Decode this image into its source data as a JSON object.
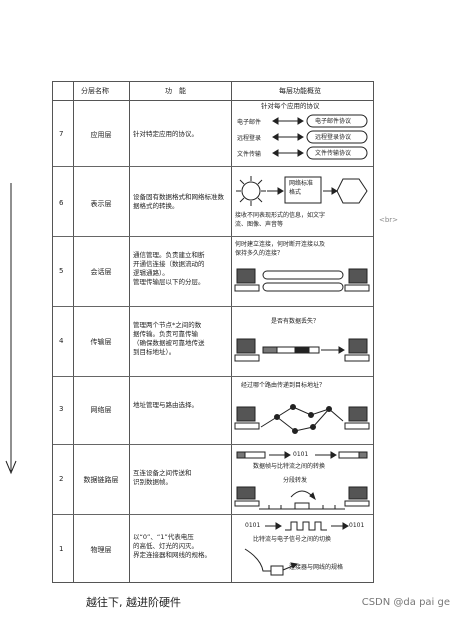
{
  "header": {
    "col_name": "分层名称",
    "col_func": "功　能",
    "col_overview": "每层功能概览"
  },
  "layers": [
    {
      "num": "7",
      "name": "应用层",
      "func": "针对特定应用的协议。",
      "overview": {
        "top": "针对每个应用的协议",
        "pairs": [
          [
            "电子邮件",
            "电子邮件协议"
          ],
          [
            "远程登录",
            "远程登录协议"
          ],
          [
            "文件传输",
            "文件传输协议"
          ]
        ]
      }
    },
    {
      "num": "6",
      "name": "表示层",
      "func": "设备固有数据格式和网络标准数据格式的转换。",
      "overview": {
        "box": "网络标准\n格式",
        "bottom": "接收不同表现形式的信息，如文字\n流、图像、声音等"
      }
    },
    {
      "num": "5",
      "name": "会话层",
      "func": "通信管理。负责建立和断\n开通信连接（数据流动的\n逻辑通路）。\n管理传输层以下的分层。",
      "overview": {
        "top": "何时建立连接，何时断开连接以及\n保持多久的连接？"
      }
    },
    {
      "num": "4",
      "name": "传输层",
      "func": "管理两个节点*之间的数\n据传输。负责可靠传输\n（确保数据被可靠地传送\n到目标地址）。",
      "overview": {
        "top": "是否有数据丢失？"
      }
    },
    {
      "num": "3",
      "name": "网络层",
      "func": "地址管理与路由选择。",
      "overview": {
        "top": "经过哪个路由传递到目标地址？"
      }
    },
    {
      "num": "2",
      "name": "数据链路层",
      "func": "互连设备之间传送和\n识别数据帧。",
      "overview": {
        "bits": "0101",
        "mid": "数据帧与比特流之间的转换",
        "relay": "分段转发"
      }
    },
    {
      "num": "1",
      "name": "物理层",
      "func": "以“0”、“1”代表电压\n的高低、灯光的闪灭。\n界定连接器和网线的规格。",
      "overview": {
        "bits_left": "0101",
        "bits_right": "0101",
        "mid": "比特流与电子信号之间的切换",
        "bottom": "连接器与网线的规格"
      }
    }
  ],
  "br_tag": "<br>",
  "caption": "越往下, 越进阶硬件",
  "watermark": "CSDN @da pai ge"
}
